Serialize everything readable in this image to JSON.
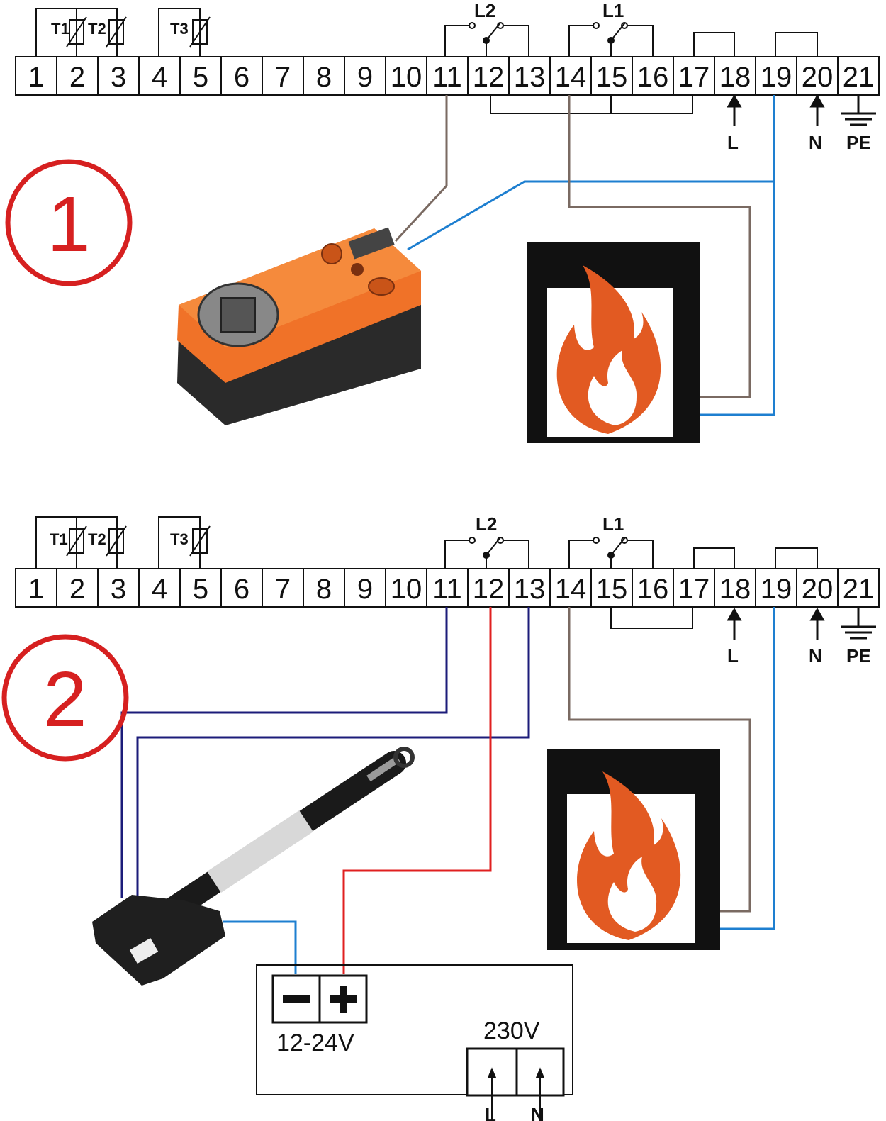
{
  "terminals": [
    "1",
    "2",
    "3",
    "4",
    "5",
    "6",
    "7",
    "8",
    "9",
    "10",
    "11",
    "12",
    "13",
    "14",
    "15",
    "16",
    "17",
    "18",
    "19",
    "20",
    "21"
  ],
  "sensors": [
    "T1",
    "T2",
    "T3"
  ],
  "relays": [
    "L2",
    "L1"
  ],
  "power": {
    "live": "L",
    "neutral": "N",
    "earth": "PE"
  },
  "diagrams": [
    {
      "number": "1"
    },
    {
      "number": "2"
    }
  ],
  "psu": {
    "minus": "−",
    "plus": "+",
    "voltage": "12-24V",
    "mains": "230V",
    "live": "L",
    "neutral": "N"
  },
  "colors": {
    "brown": "#7a6a62",
    "blue": "#1e7fd0",
    "navy": "#1c1c7a",
    "red": "#e02020",
    "badge": "#d62020",
    "flame": "#e25a22",
    "actuator": "#f07228"
  }
}
